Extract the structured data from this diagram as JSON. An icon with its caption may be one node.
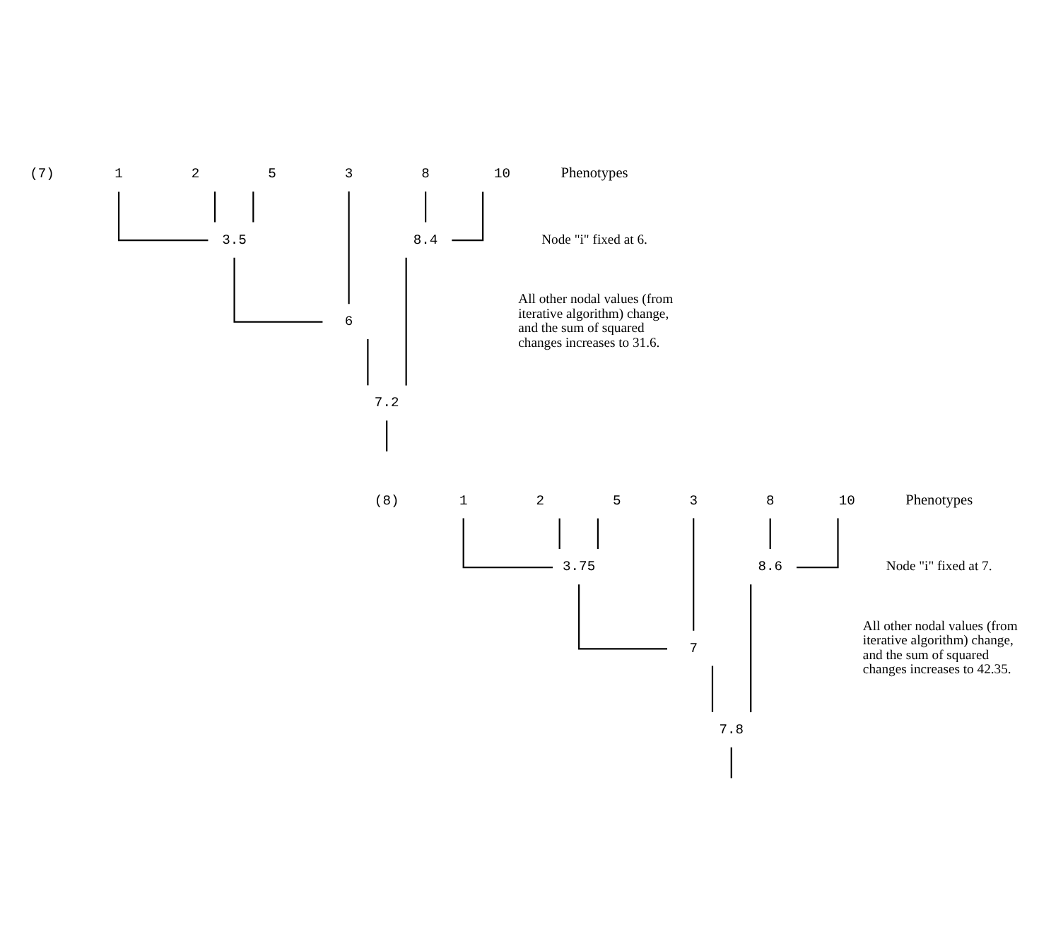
{
  "diagram": {
    "nodes": [
      {
        "text": [
          "1"
        ]
      },
      {
        "text": [
          "2"
        ]
      },
      {
        "text": [
          "5"
        ]
      },
      {
        "text": [
          "3"
        ]
      },
      {
        "text": [
          "8"
        ]
      },
      {
        "text": [
          "10"
        ]
      },
      {
        "text": [
          "3.5"
        ]
      },
      {
        "text": [
          "8.4"
        ]
      },
      {
        "text": [
          "6"
        ]
      },
      {
        "text": [
          "7.2"
        ]
      },
      {
        "text": [
          "1"
        ]
      },
      {
        "text": [
          "2"
        ]
      },
      {
        "text": [
          "5"
        ]
      },
      {
        "text": [
          "3"
        ]
      },
      {
        "text": [
          "8"
        ]
      },
      {
        "text": [
          "10"
        ]
      },
      {
        "text": [
          "3.75"
        ]
      },
      {
        "text": [
          "8.6"
        ]
      },
      {
        "text": [
          "7"
        ]
      },
      {
        "text": [
          "7.8"
        ]
      }
    ],
    "edges": [
      {
        "from": 0,
        "to": 6,
        "arrow": "none"
      },
      {
        "from": 1,
        "to": 6,
        "arrow": "none"
      },
      {
        "from": 2,
        "to": 6,
        "arrow": "none"
      },
      {
        "from": 4,
        "to": 7,
        "arrow": "none"
      },
      {
        "from": 5,
        "to": 7,
        "arrow": "none"
      },
      {
        "from": 6,
        "to": 8,
        "arrow": "none"
      },
      {
        "from": 3,
        "to": 8,
        "arrow": "none"
      },
      {
        "from": 8,
        "to": 9,
        "arrow": "none"
      },
      {
        "from": 7,
        "to": 9,
        "arrow": "none"
      },
      {
        "from": 9,
        "to": null,
        "arrow": "none"
      },
      {
        "from": 10,
        "to": 16,
        "arrow": "none"
      },
      {
        "from": 11,
        "to": 16,
        "arrow": "none"
      },
      {
        "from": 12,
        "to": 16,
        "arrow": "none"
      },
      {
        "from": 14,
        "to": 17,
        "arrow": "none"
      },
      {
        "from": 15,
        "to": 17,
        "arrow": "none"
      },
      {
        "from": 16,
        "to": 18,
        "arrow": "none"
      },
      {
        "from": 13,
        "to": 18,
        "arrow": "none"
      },
      {
        "from": 18,
        "to": 19,
        "arrow": "none"
      },
      {
        "from": 17,
        "to": 19,
        "arrow": "none"
      },
      {
        "from": 19,
        "to": null,
        "arrow": "none"
      }
    ],
    "labels": [
      "(7)",
      "Phenotypes",
      "Node \"i\" fixed at 6.",
      "All other nodal values (from iterative algorithm) change, and the sum of squared changes increases to 31.6.",
      "(8)",
      "Phenotypes",
      "Node \"i\" fixed at 7.",
      "All other nodal values (from iterative algorithm) change, and the sum of squared changes increases to 42.35."
    ]
  }
}
